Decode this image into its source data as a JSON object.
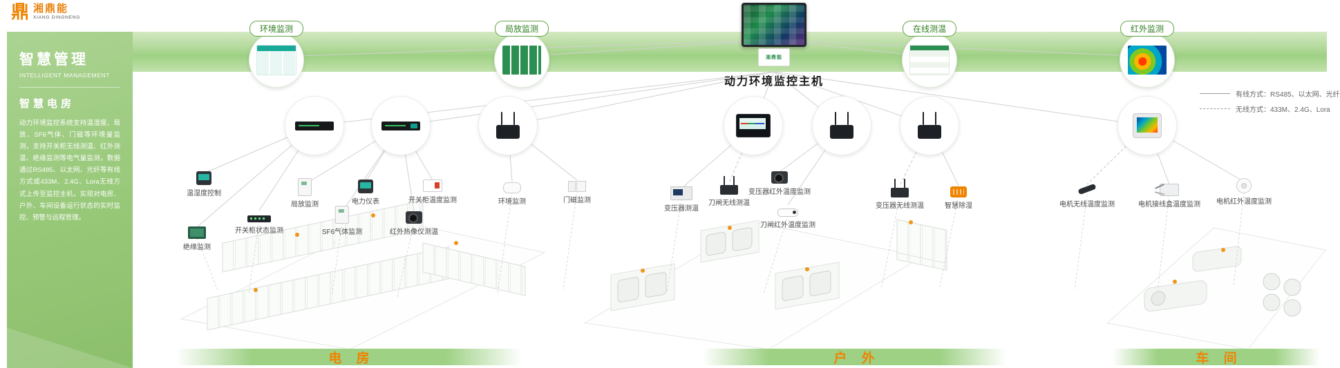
{
  "logo": {
    "brand_cn": "湘鼎能",
    "brand_en": "XIANG DINGNENG",
    "mark": "鼎"
  },
  "sidebar": {
    "title": "智慧管理",
    "subtitle": "INTELLIGENT MANAGEMENT",
    "section": "智慧电房",
    "description": "动力环境监控系统支持温湿度、局放、SF6气体、门磁等环境量监测，支持开关柜无线测温、红外测温、绝缘监测等电气量监测，数据通过RS485、以太网、光纤等有线方式或433M、2.4G、Lora无线方式上传至监控主机，实现对电房、户外、车间设备运行状态的实时监控、预警与远程管理。"
  },
  "band": {
    "items": [
      {
        "label": "环境监测"
      },
      {
        "label": "局放监测"
      },
      {
        "label": "在线测温"
      },
      {
        "label": "红外监测"
      }
    ]
  },
  "host": {
    "label": "动力环境监控主机",
    "brand": "湘鼎能"
  },
  "legend": {
    "wired": "有线方式：RS485、以太网、光纤",
    "wireless": "无线方式：433M、2.4G、Lora"
  },
  "nodes": [
    {
      "label": "温湿度控制"
    },
    {
      "label": "局放监测"
    },
    {
      "label": "电力仪表"
    },
    {
      "label": "开关柜温度监测"
    },
    {
      "label": "环境监测"
    },
    {
      "label": "门磁监测"
    },
    {
      "label": "开关柜状态监测"
    },
    {
      "label": "SF6气体监测"
    },
    {
      "label": "红外热像仪测温"
    },
    {
      "label": "绝缘监测"
    },
    {
      "label": "变压器测温"
    },
    {
      "label": "刀闸无线测温"
    },
    {
      "label": "变压器红外温度监测"
    },
    {
      "label": "刀闸红外温度监测"
    },
    {
      "label": "变压器无线测温"
    },
    {
      "label": "智慧除湿"
    },
    {
      "label": "电机无线温度监测"
    },
    {
      "label": "电机接线盒温度监测"
    },
    {
      "label": "电机红外温度监测"
    }
  ],
  "zones": [
    {
      "label": "电 房"
    },
    {
      "label": "户 外"
    },
    {
      "label": "车 间"
    }
  ],
  "colors": {
    "brand_orange": "#f08300",
    "band_green": "#9ed184",
    "pill_green": "#2f7d1f",
    "sidebar_green": "#97c878"
  }
}
